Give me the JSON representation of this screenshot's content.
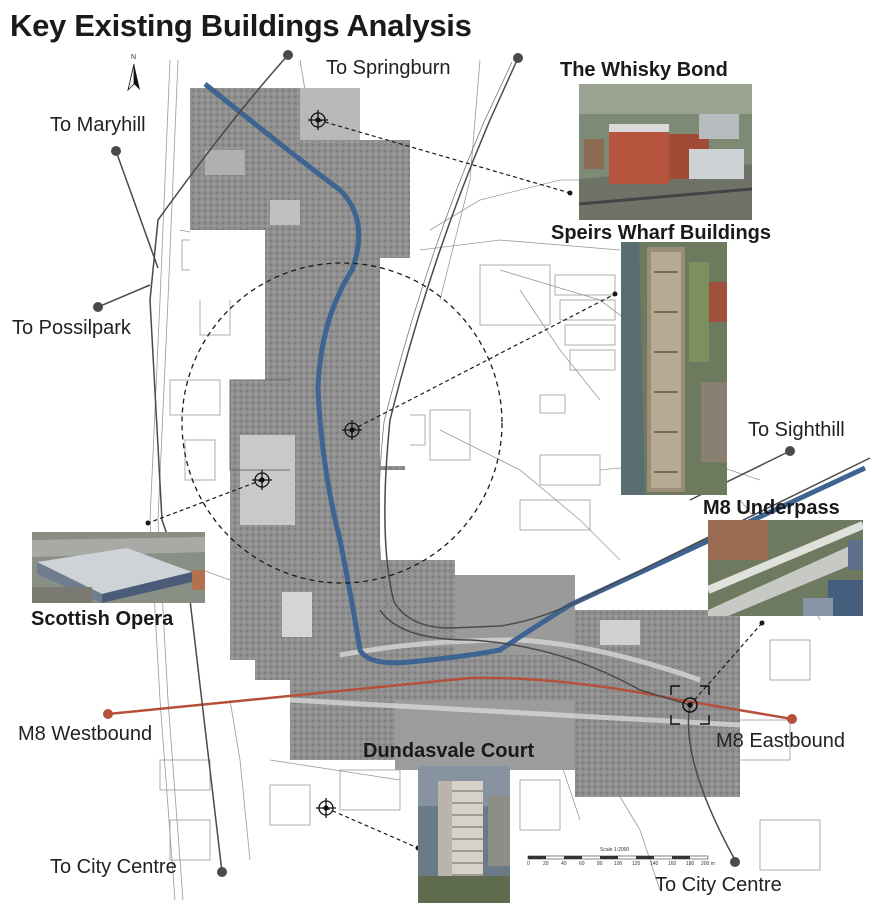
{
  "title": "Key Existing Buildings Analysis",
  "north_label": "N",
  "routes": {
    "to_springburn": "To Springburn",
    "to_maryhill": "To Maryhill",
    "to_possilpark": "To Possilpark",
    "to_sighthill": "To Sighthill",
    "to_city_centre_west": "To City Centre",
    "to_city_centre_east": "To City Centre",
    "m8_westbound": "M8 Westbound",
    "m8_eastbound": "M8 Eastbound"
  },
  "buildings": {
    "whisky_bond": "The Whisky Bond",
    "speirs_wharf": "Speirs Wharf Buildings",
    "m8_underpass": "M8 Underpass",
    "scottish_opera": "Scottish Opera",
    "dundasvale_court": "Dundasvale Court"
  },
  "scale": {
    "title": "Scale 1:2000",
    "ticks": [
      "0",
      "20",
      "40",
      "60",
      "80",
      "100",
      "120",
      "140",
      "160",
      "180",
      "200 m"
    ]
  },
  "colors": {
    "canal": "#3e6491",
    "motorway": "#b5513a",
    "route_line": "#4a4a4a",
    "aerial_base": "#8f8f8f"
  }
}
